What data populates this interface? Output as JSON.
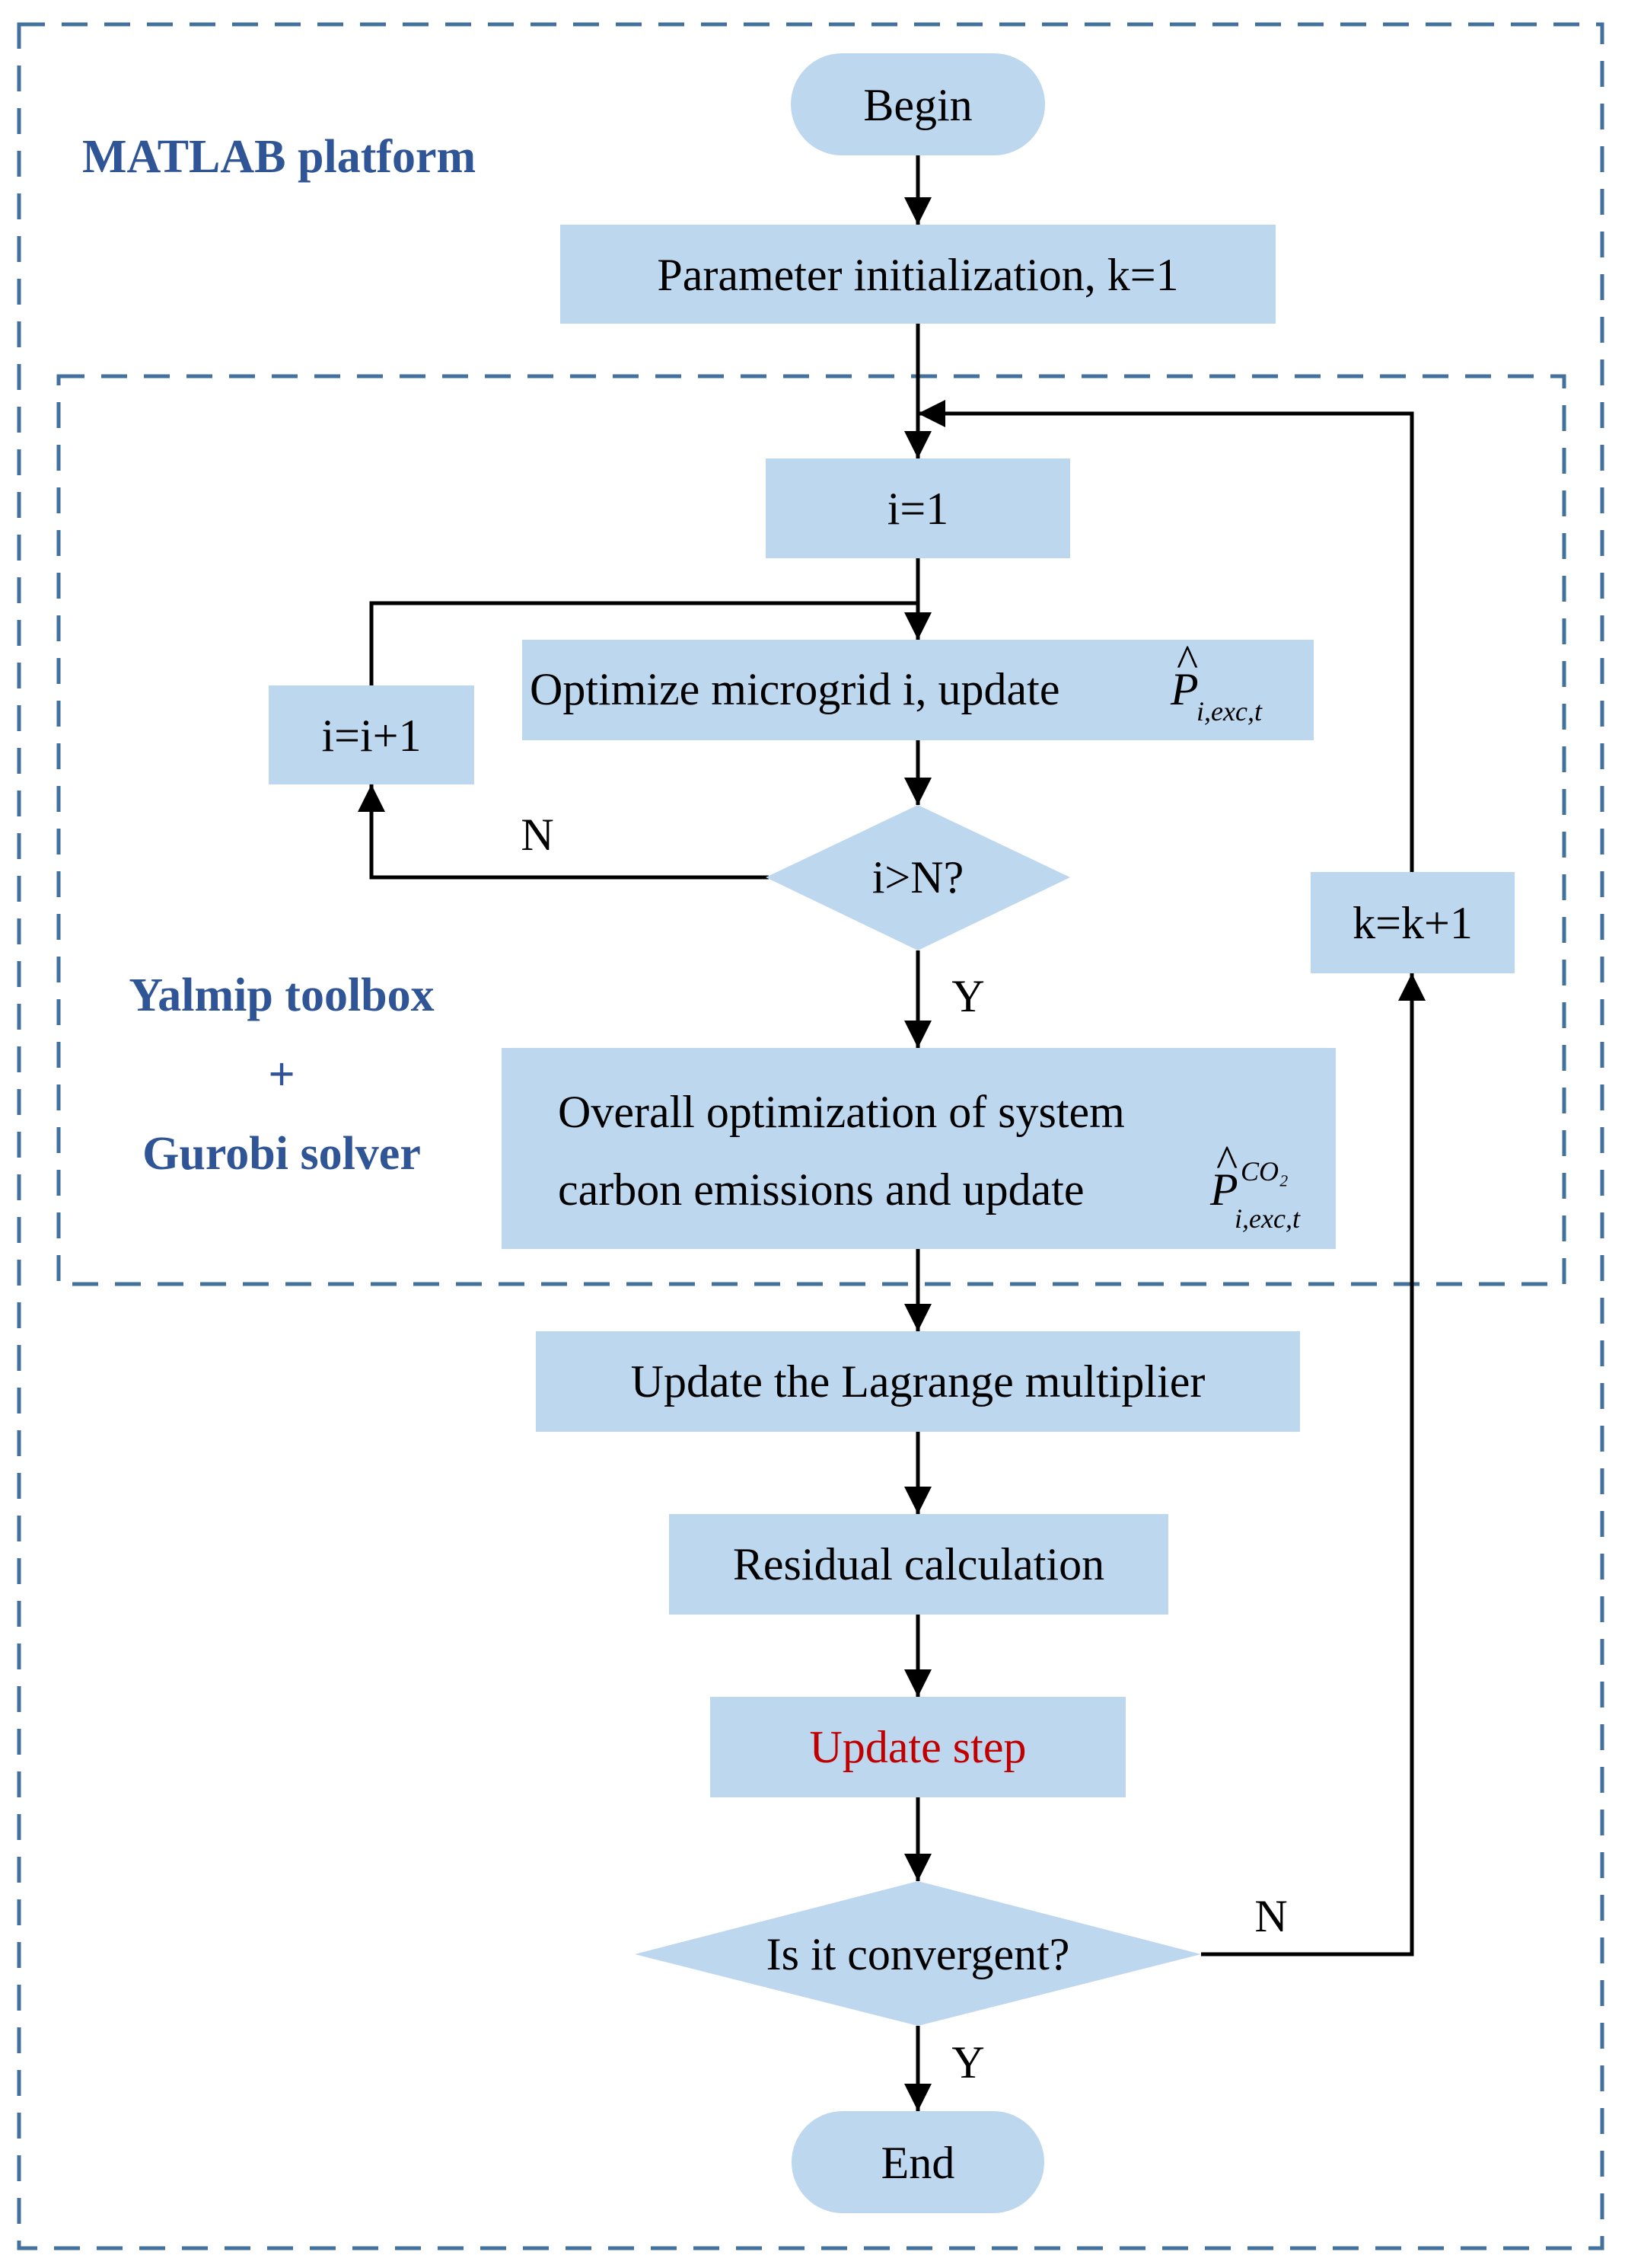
{
  "labels": {
    "platform": "MATLAB platform",
    "toolbox": "Yalmip toolbox",
    "plus": "+",
    "solver": "Gurobi solver"
  },
  "nodes": {
    "begin": "Begin",
    "init": "Parameter initialization, k=1",
    "i1": "i=1",
    "optimize": "Optimize microgrid i, update",
    "optimize_sym": "P",
    "optimize_sub": "i,exc,t",
    "i_incr": "i=i+1",
    "cond_i": "i>N?",
    "overall_line1": "Overall optimization of system",
    "overall_line2": "carbon emissions and update",
    "overall_sym": "P",
    "overall_sup": "CO₂",
    "overall_sub": "i,exc,t",
    "lagrange": "Update the Lagrange multiplier",
    "residual": "Residual calculation",
    "step": "Update step",
    "converge": "Is it convergent?",
    "k_incr": "k=k+1",
    "end": "End"
  },
  "edges": {
    "n_inner": "N",
    "y_inner": "Y",
    "n_outer": "N",
    "y_outer": "Y"
  },
  "colors": {
    "box_fill": "#bdd7ee",
    "frame": "#41719c",
    "label": "#2f5597",
    "highlight": "#c00000"
  }
}
